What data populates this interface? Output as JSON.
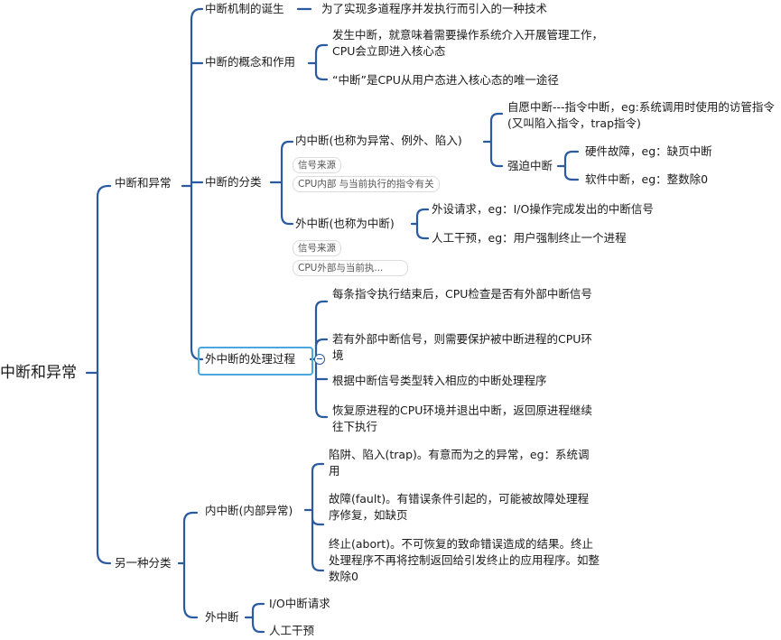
{
  "root": "中断和异常",
  "branch1": {
    "label": "中断和异常",
    "birth": {
      "label": "中断机制的诞生",
      "desc": "为了实现多道程序并发执行而引入的一种技术"
    },
    "concept": {
      "label": "中断的概念和作用",
      "items": [
        "发生中断，就意味着需要操作系统介入开展管理工作，CPU会立即进入核心态",
        "“中断”是CPU从用户态进入核心态的唯一途径"
      ]
    },
    "classify": {
      "label": "中断的分类",
      "internal": {
        "label": "内中断(也称为异常、例外、陷入)",
        "voluntary": "自愿中断---指令中断，eg:系统调用时使用的访管指令(又叫陷入指令，trap指令)",
        "forced": {
          "label": "强迫中断",
          "items": [
            "硬件故障，eg：缺页中断",
            "软件中断，eg：整数除0"
          ]
        },
        "tags": [
          "信号来源",
          "CPU内部 与当前执行的指令有关"
        ]
      },
      "external": {
        "label": "外中断(也称为中断)",
        "items": [
          "外设请求，eg：I/O操作完成发出的中断信号",
          "人工干预，eg：用户强制终止一个进程"
        ],
        "tags": [
          "信号来源",
          "CPU外部与当前执..."
        ]
      }
    },
    "process": {
      "label": "外中断的处理过程",
      "steps": [
        "每条指令执行结束后，CPU检查是否有外部中断信号",
        "若有外部中断信号，则需要保护被中断进程的CPU环境",
        "根据中断信号类型转入相应的中断处理程序",
        "恢复原进程的CPU环境并退出中断，返回原进程继续往下执行"
      ]
    }
  },
  "branch2": {
    "label": "另一种分类",
    "internal": {
      "label": "内中断(内部异常)",
      "items": [
        "陷阱、陷入(trap)。有意而为之的异常，eg：系统调用",
        "故障(fault)。有错误条件引起的，可能被故障处理程序修复，如缺页",
        "终止(abort)。不可恢复的致命错误造成的结果。终止处理程序不再将控制返回给引发终止的应用程序。如整数除0"
      ]
    },
    "external": {
      "label": "外中断",
      "items": [
        "I/O中断请求",
        "人工干预"
      ]
    }
  },
  "colors": {
    "line": "#2c5aa0",
    "selection": "#4aa8e0"
  }
}
